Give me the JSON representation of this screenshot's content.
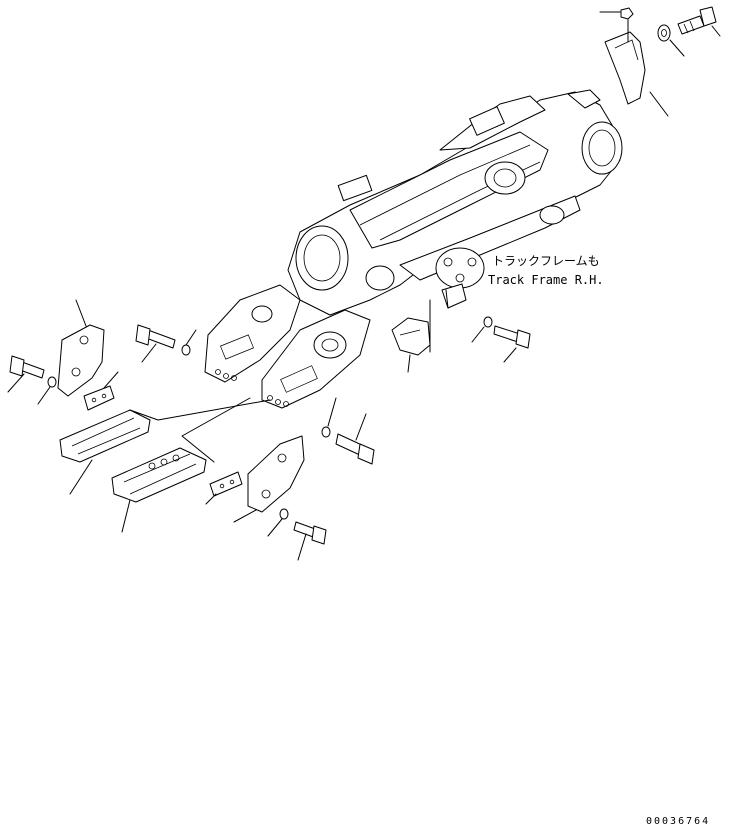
{
  "annotation": {
    "line1": "トラックフレームも",
    "line2": "Track Frame R.H."
  },
  "drawing_code": "00036764"
}
